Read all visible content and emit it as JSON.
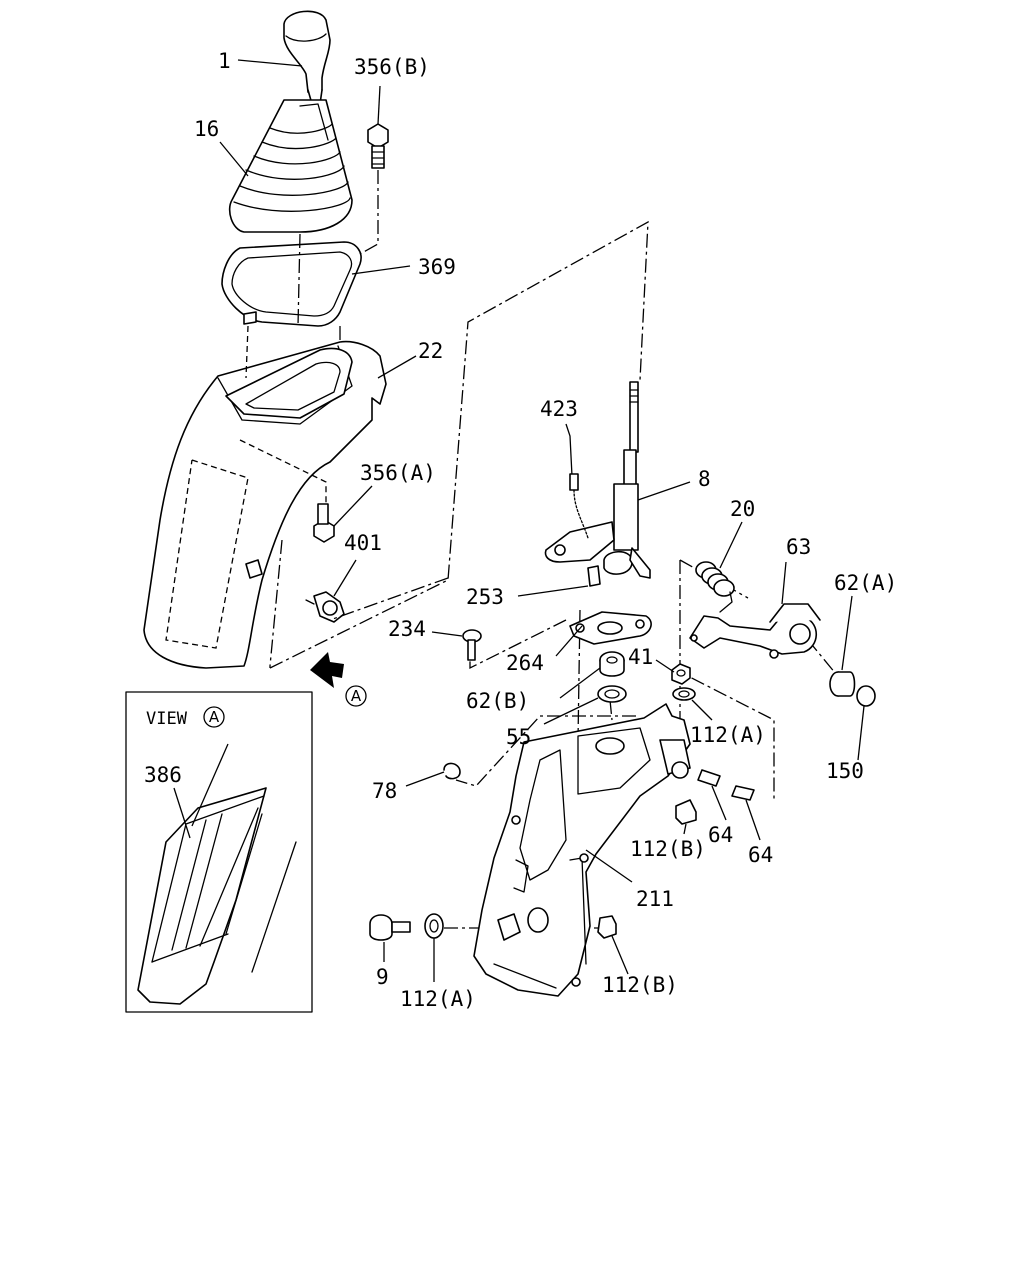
{
  "labels": {
    "p1": "1",
    "p356b": "356(B)",
    "p16": "16",
    "p369": "369",
    "p22": "22",
    "p423": "423",
    "p8": "8",
    "p356a": "356(A)",
    "p20": "20",
    "p63": "63",
    "p401": "401",
    "p62a": "62(A)",
    "p253": "253",
    "p234": "234",
    "p264": "264",
    "p41": "41",
    "p62b": "62(B)",
    "p112a_top": "112(A)",
    "p55": "55",
    "p150": "150",
    "p78": "78",
    "p64a": "64",
    "p64b": "64",
    "p112b_mid": "112(B)",
    "p211": "211",
    "p9": "9",
    "p112a_bot": "112(A)",
    "p112b_bot": "112(B)",
    "p386": "386"
  },
  "view_marker": "A",
  "view_box": {
    "title": "VIEW",
    "marker": "A"
  }
}
